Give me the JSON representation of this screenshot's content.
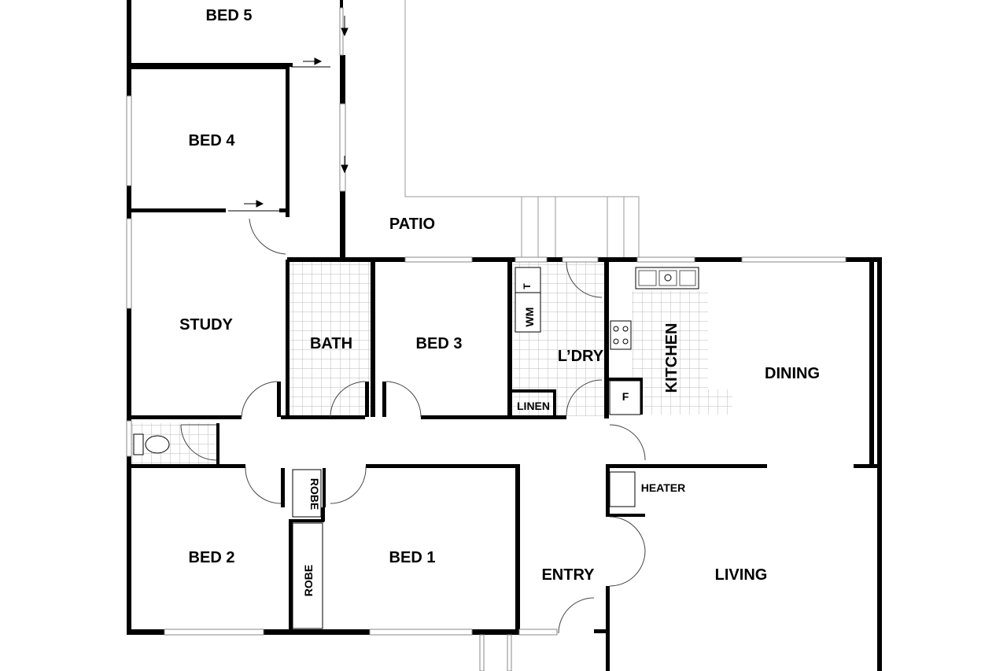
{
  "rooms": {
    "bed5": "BED 5",
    "bed4": "BED 4",
    "patio": "PATIO",
    "study": "STUDY",
    "bath": "BATH",
    "bed3": "BED 3",
    "laundry": "L’DRY",
    "kitchen": "KITCHEN",
    "dining": "DINING",
    "linen": "LINEN",
    "fridge": "F",
    "heater": "HEATER",
    "robe_a": "ROBE",
    "robe_b": "ROBE",
    "bed2": "BED 2",
    "bed1": "BED 1",
    "entry": "ENTRY",
    "living": "LIVING",
    "washing_machine": "WM",
    "tub": "T"
  },
  "colors": {
    "wall": "#000000",
    "tile_grid": "#bbbbbb",
    "window": "#888888"
  }
}
